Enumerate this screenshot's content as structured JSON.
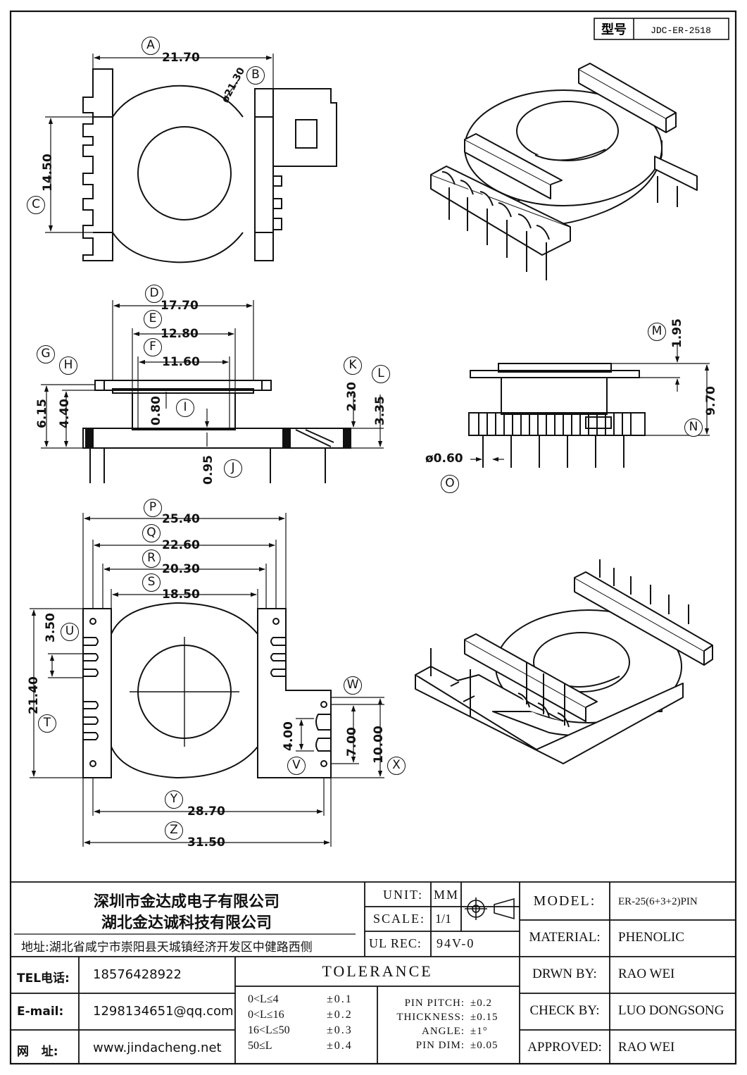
{
  "header": {
    "model_label": "型号",
    "model_code": "JDC-ER-2518"
  },
  "dimensions": {
    "A": {
      "letter": "A",
      "value": "21.70"
    },
    "B": {
      "letter": "B",
      "value": "ø21.30"
    },
    "C": {
      "letter": "C",
      "value": "14.50"
    },
    "D": {
      "letter": "D",
      "value": "17.70"
    },
    "E": {
      "letter": "E",
      "value": "12.80"
    },
    "F": {
      "letter": "F",
      "value": "11.60"
    },
    "G": {
      "letter": "G",
      "value": "6.15"
    },
    "H": {
      "letter": "H",
      "value": "4.40"
    },
    "I": {
      "letter": "I",
      "value": "0.80"
    },
    "J": {
      "letter": "J",
      "value": "0.95"
    },
    "K": {
      "letter": "K",
      "value": "2.30"
    },
    "L": {
      "letter": "L",
      "value": "3.35"
    },
    "M": {
      "letter": "M",
      "value": "1.95"
    },
    "N": {
      "letter": "N",
      "value": "9.70"
    },
    "O": {
      "letter": "O",
      "value": "ø0.60"
    },
    "P": {
      "letter": "P",
      "value": "25.40"
    },
    "Q": {
      "letter": "Q",
      "value": "22.60"
    },
    "R": {
      "letter": "R",
      "value": "20.30"
    },
    "S": {
      "letter": "S",
      "value": "18.50"
    },
    "T": {
      "letter": "T",
      "value": "21.40"
    },
    "U": {
      "letter": "U",
      "value": "3.50"
    },
    "V": {
      "letter": "V",
      "value": "4.00"
    },
    "W": {
      "letter": "W",
      "value": "7.00"
    },
    "X": {
      "letter": "X",
      "value": "10.00"
    },
    "Y": {
      "letter": "Y",
      "value": "28.70"
    },
    "Z": {
      "letter": "Z",
      "value": "31.50"
    }
  },
  "company": {
    "name1": "深圳市金达成电子有限公司",
    "name2": "湖北金达诚科技有限公司",
    "address_label": "地址:",
    "address": "湖北省咸宁市崇阳县天城镇经济开发区中健路西侧",
    "tel_label": "TEL电话:",
    "tel": "18576428922",
    "email_label": "E-mail:",
    "email": "1298134651@qq.com",
    "web_label": "网   址:",
    "web": "www.jindacheng.net"
  },
  "spec": {
    "unit_label": "UNIT:",
    "unit": "MM",
    "scale_label": "SCALE:",
    "scale": "1/1",
    "ulrec_label": "UL REC:",
    "ulrec": "94V-0"
  },
  "tolerance": {
    "title": "TOLERANCE",
    "rows": [
      {
        "range": "0<L≤4",
        "tol": "±0.1"
      },
      {
        "range": "0<L≤16",
        "tol": "±0.2"
      },
      {
        "range": "16<L≤50",
        "tol": "±0.3"
      },
      {
        "range": "50≤L",
        "tol": "±0.4"
      }
    ],
    "extra": [
      {
        "label": "PIN PITCH:",
        "tol": "±0.2"
      },
      {
        "label": "THICKNESS:",
        "tol": "±0.15"
      },
      {
        "label": "ANGLE:",
        "tol": "±1°"
      },
      {
        "label": "PIN DIM:",
        "tol": "±0.05"
      }
    ]
  },
  "info": {
    "model_label": "MODEL:",
    "model": "ER-25(6+3+2)PIN",
    "material_label": "MATERIAL:",
    "material": "PHENOLIC",
    "drawn_label": "DRWN BY:",
    "drawn": "RAO WEI",
    "check_label": "CHECK BY:",
    "check": "LUO DONGSONG",
    "approved_label": "APPROVED:",
    "approved": "RAO WEI"
  }
}
